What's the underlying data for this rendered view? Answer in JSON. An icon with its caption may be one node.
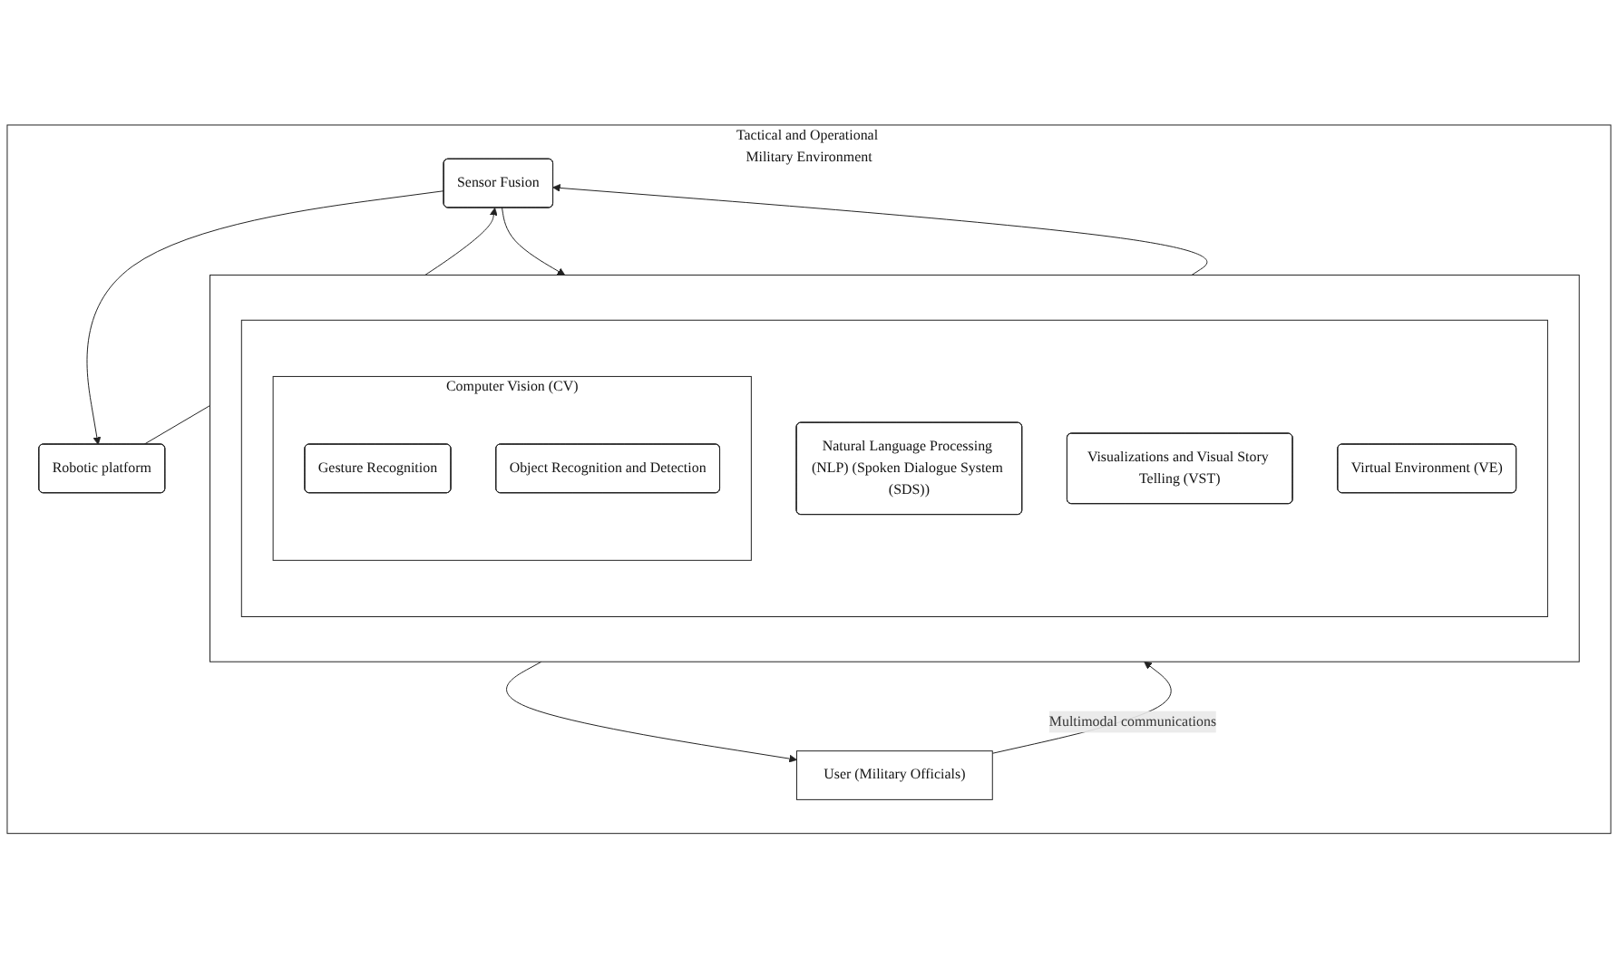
{
  "diagram": {
    "nodes": [
      {
        "text": [
          "Tactical and Operational Military Environment"
        ]
      },
      {
        "text": [
          "User (Military Officials)"
        ],
        "in": 0
      },
      {
        "text": [],
        "shape": "box",
        "in": 0
      },
      {
        "text": [],
        "shape": "box",
        "in": 2
      },
      {
        "text": [
          "Natural Language Processing (NLP) (Spoken Dialogue System (SDS))"
        ],
        "in": 3
      },
      {
        "text": [
          "Computer Vision (CV)"
        ],
        "in": 3
      },
      {
        "text": [
          "Gesture Recognition"
        ],
        "in": 5
      },
      {
        "text": [
          "Object Recognition and Detection"
        ],
        "in": 5
      },
      {
        "text": [
          "Visualizations and Visual Story Telling (VST)"
        ],
        "in": 3
      },
      {
        "text": [
          "Virtual Environment (VE)"
        ],
        "in": 3
      },
      {
        "text": [
          "Sensor Fusion"
        ],
        "in": 0
      },
      {
        "text": [
          "Robotic platform"
        ],
        "in": 0
      }
    ],
    "edges": [
      {
        "from": 1,
        "to": 2,
        "arrow": "to",
        "label": "Multimodal communications"
      },
      {
        "from": 2,
        "to": 1,
        "arrow": "to"
      },
      {
        "from": 2,
        "to": 10,
        "arrow": "to"
      },
      {
        "from": 10,
        "to": 2,
        "arrow": "to"
      },
      {
        "from": 10,
        "to": 11,
        "arrow": "to"
      },
      {
        "from": 11,
        "to": 10,
        "arrow": "to"
      }
    ]
  }
}
